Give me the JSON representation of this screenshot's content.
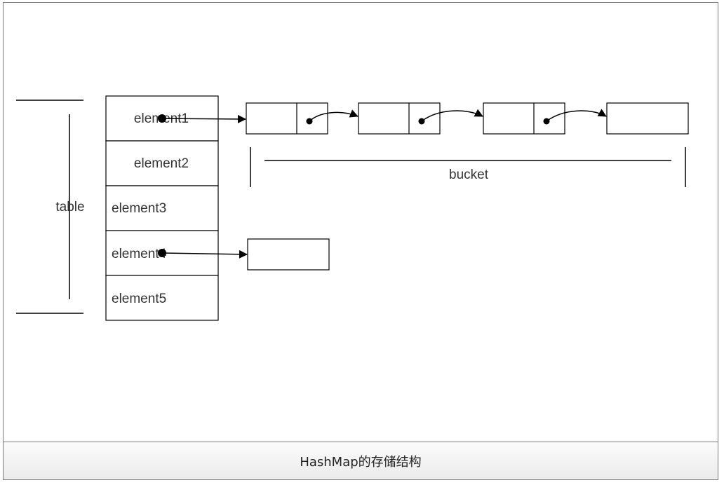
{
  "table": {
    "label": "table",
    "cells": [
      "element1",
      "element2",
      "element3",
      "element4",
      "element5"
    ]
  },
  "bucket": {
    "label": "bucket"
  },
  "caption": "HashMap的存储结构",
  "colors": {
    "stroke": "#000000",
    "text": "#333333",
    "frame": "#7a7a7a"
  }
}
